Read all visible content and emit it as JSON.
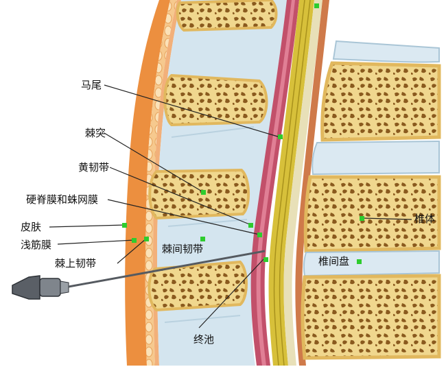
{
  "labels": {
    "cauda_equina": "马尾",
    "spinous_process": "棘突",
    "ligamentum_flavum": "黄韧带",
    "dura_arachnoid": "硬脊膜和蛛网膜",
    "skin": "皮肤",
    "superficial_fascia": "浅筋膜",
    "supraspinous_ligament": "棘上韧带",
    "interspinous_ligament": "棘间韧带",
    "vertebral_body": "椎体",
    "intervertebral_disc": "椎间盘",
    "cistern": "终池"
  },
  "colors": {
    "bone_cortex": "#e9c87a",
    "bone_fill": "#f3dc97",
    "trabecula": "#8a5a1e",
    "ligament_blue": "#cfe1ec",
    "skin_orange": "#e98a3a",
    "dura_red": "#b8405a",
    "nerve_yellow": "#d9c43a",
    "marker_green": "#2ecc2e"
  }
}
